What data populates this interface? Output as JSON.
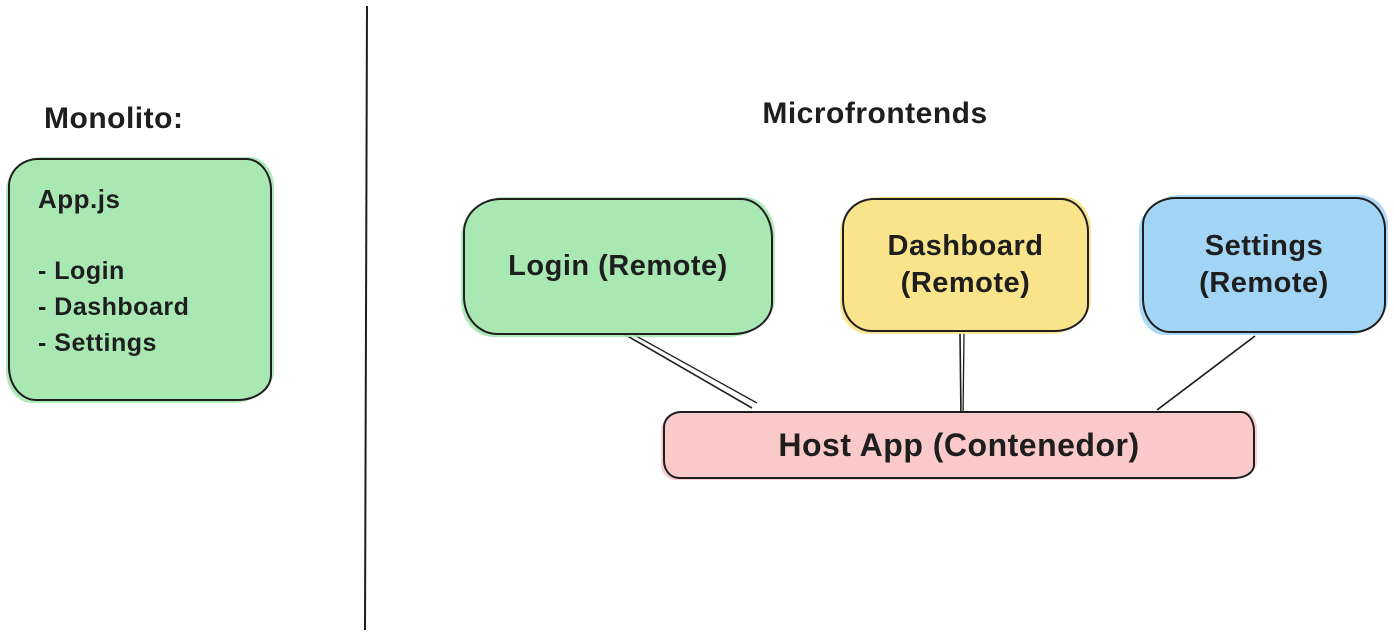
{
  "colors": {
    "background": "#ffffff",
    "stroke": "#1e1e1e",
    "green": "#a9e8b3",
    "yellow": "#f9e38b",
    "blue": "#a2d5f5",
    "pink": "#fac9c9"
  },
  "monolith": {
    "title": "Monolito:",
    "box_title": "App.js",
    "items": [
      "- Login",
      "- Dashboard",
      "- Settings"
    ],
    "fill": "#a9e8b3"
  },
  "microfrontends": {
    "title": "Microfrontends",
    "remotes": [
      {
        "label": "Login (Remote)",
        "fill": "#a9e8b3"
      },
      {
        "label": "Dashboard (Remote)",
        "fill": "#f9e38b"
      },
      {
        "label": "Settings (Remote)",
        "fill": "#a2d5f5"
      }
    ],
    "host": {
      "label": "Host App (Contenedor)",
      "fill": "#fac9c9"
    }
  }
}
